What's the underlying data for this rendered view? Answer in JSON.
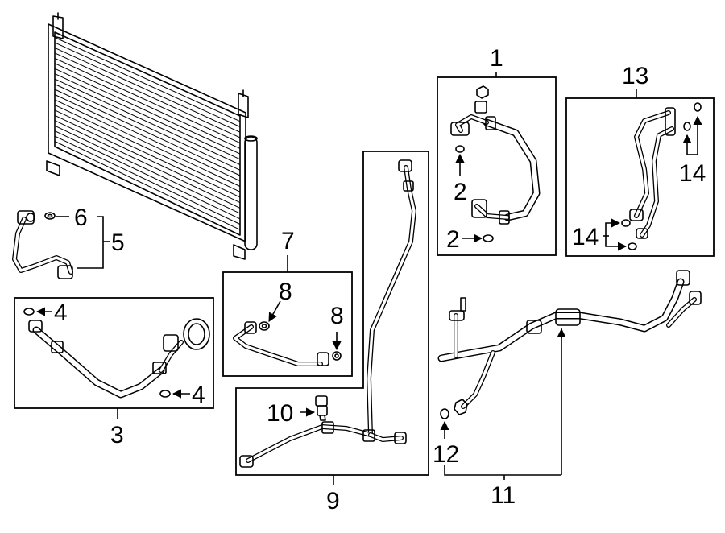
{
  "callouts": {
    "c1": "1",
    "c2a": "2",
    "c2b": "2",
    "c3": "3",
    "c4a": "4",
    "c4b": "4",
    "c5": "5",
    "c6": "6",
    "c7": "7",
    "c8a": "8",
    "c8b": "8",
    "c9": "9",
    "c10": "10",
    "c11": "11",
    "c12": "12",
    "c13": "13",
    "c14a": "14",
    "c14b": "14"
  },
  "colors": {
    "line": "#000000",
    "background": "#ffffff"
  }
}
